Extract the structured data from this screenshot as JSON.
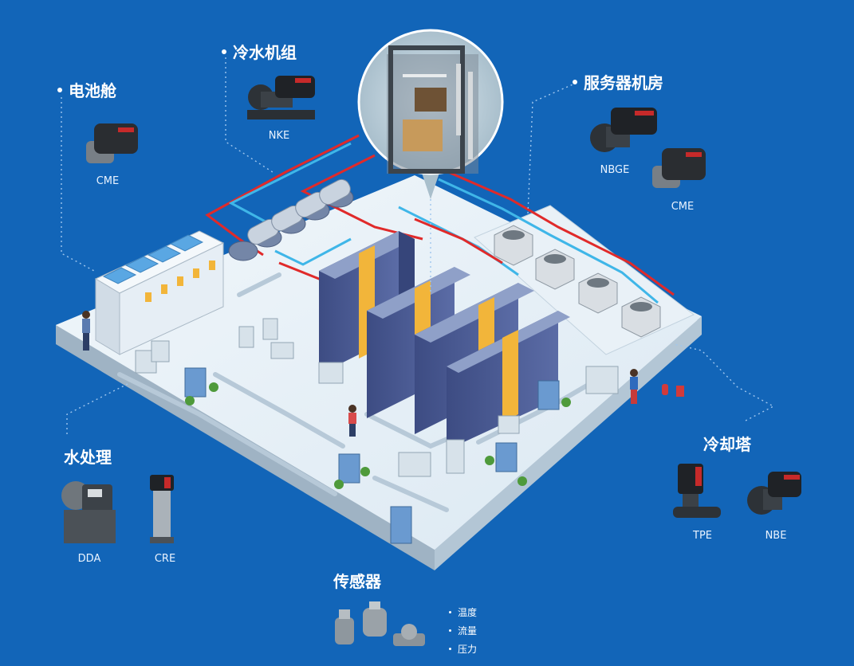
{
  "sections": {
    "battery": "电池舱",
    "chiller": "冷水机组",
    "server": "服务器机房",
    "water": "水处理",
    "cooling": "冷却塔",
    "sensor": "传感器"
  },
  "products": {
    "battery_cme": "CME",
    "chiller_nke": "NKE",
    "server_nbge": "NBGE",
    "server_cme": "CME",
    "water_dda": "DDA",
    "water_cre": "CRE",
    "cooling_tpe": "TPE",
    "cooling_nbe": "NBE"
  },
  "sensor_items": [
    "温度",
    "流量",
    "压力"
  ],
  "colors": {
    "background": "#1265b8",
    "pipe_hot": "#e02a2a",
    "pipe_cold": "#3fb6e8",
    "floor": "#e3eef6",
    "rack": "#44548a",
    "rack_accent": "#f2b53a"
  }
}
